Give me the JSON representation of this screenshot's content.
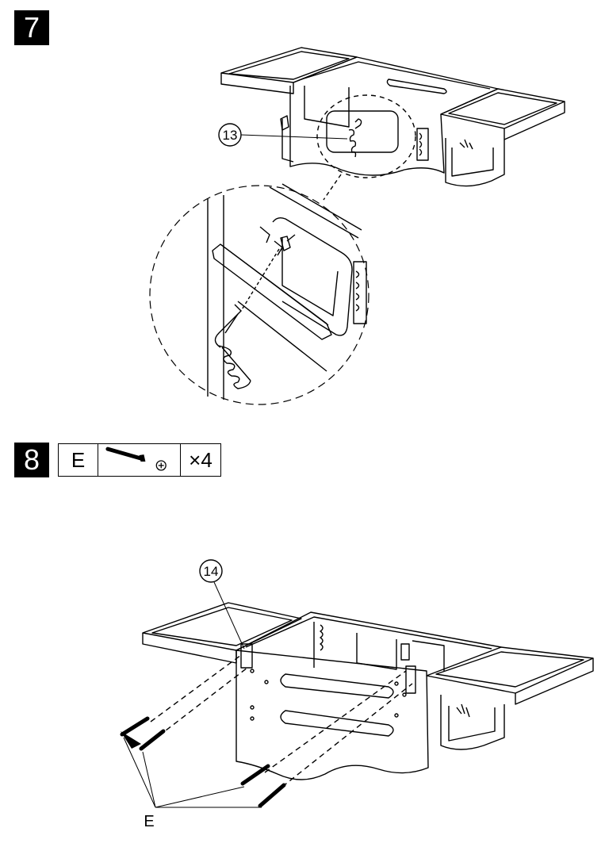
{
  "step7": {
    "number": "7",
    "callout": "13"
  },
  "step8": {
    "number": "8",
    "parts": {
      "part_letter": "E",
      "quantity": "×4",
      "icon": "bolt-icon",
      "drive_icon": "phillips-head-icon"
    },
    "callout": "14",
    "label": "E"
  }
}
